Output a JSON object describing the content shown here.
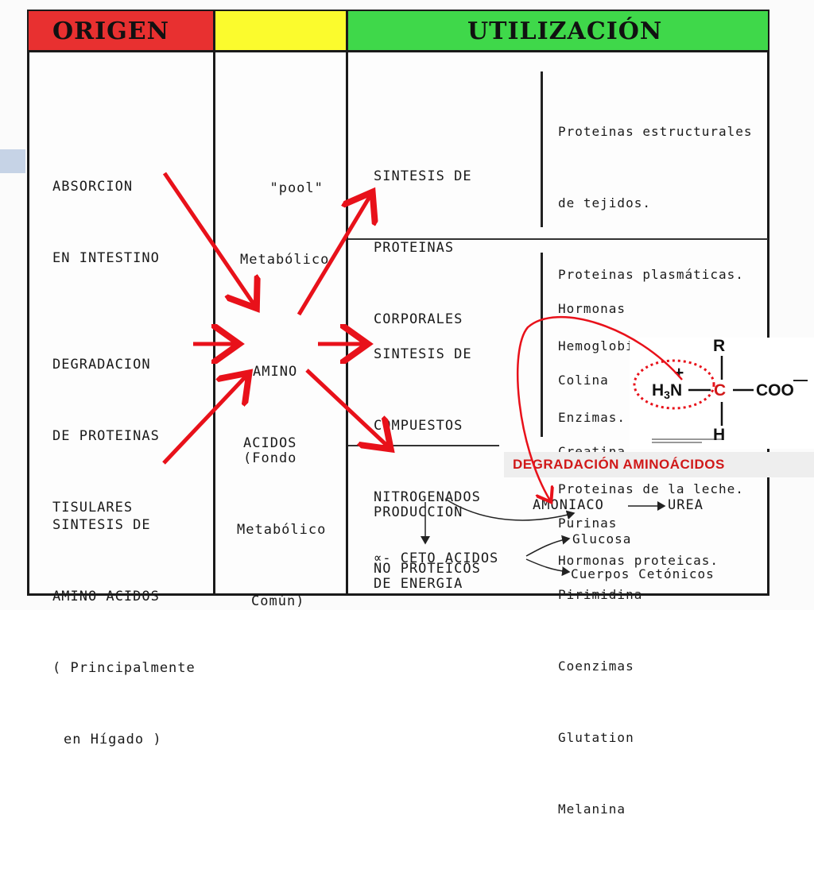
{
  "header": {
    "origen": "ORIGEN",
    "middle": "",
    "utilizacion": "UTILIZACIÓN"
  },
  "origen": {
    "absorcion": [
      "ABSORCION",
      "EN INTESTINO"
    ],
    "degradacion": [
      "DEGRADACION",
      "DE PROTEINAS",
      "TISULARES"
    ],
    "sintesis": [
      "SINTESIS DE",
      "AMINO ACIDOS",
      "( Principalmente",
      "en Hígado )"
    ]
  },
  "pool": {
    "pool_label": [
      "\"pool\"",
      "Metabólico"
    ],
    "amino": [
      "AMINO",
      "ACIDOS"
    ],
    "fondo": [
      "(Fondo",
      "Metabólico",
      "Común)"
    ]
  },
  "utilizacion": {
    "sintesis_proteinas": [
      "SINTESIS DE",
      "PROTEINAS",
      "CORPORALES"
    ],
    "proteinas_list": [
      "Proteinas estructurales",
      "de tejidos.",
      "Proteinas plasmáticas.",
      "Hemoglobina.",
      "Enzimas.",
      "Proteinas de la leche.",
      "Hormonas proteicas."
    ],
    "sintesis_compuestos": [
      "SINTESIS DE",
      "COMPUESTOS",
      "NITROGENADOS",
      "NO PROTEICOS"
    ],
    "compuestos_list": [
      "Hormonas",
      "Colina",
      "Creatina",
      "Purinas",
      "Pirimidina",
      "Coenzimas",
      "Glutation",
      "Melanina"
    ],
    "produccion": [
      "PRODUCCION",
      "DE ENERGIA"
    ],
    "amoniaco": "AMONIACO",
    "urea": "UREA",
    "ceto": "∝- CETO ACIDOS",
    "glucosa": "Glucosa",
    "cuerpos": "Cuerpos Cetónicos"
  },
  "molecule": {
    "r": "R",
    "h": "H",
    "c": "C",
    "plus": "+",
    "coo": "COO",
    "minus": "—",
    "h3n_h": "H",
    "h3n_sub": "3",
    "h3n_n": "N"
  },
  "overlay": {
    "degradacion_aminoacidos": "DEGRADACIÓN AMINOÁCIDOS"
  },
  "colors": {
    "origen": "#e83030",
    "middle": "#fbfb2d",
    "utilizacion": "#3fd84a",
    "arrow": "#e8111a"
  }
}
